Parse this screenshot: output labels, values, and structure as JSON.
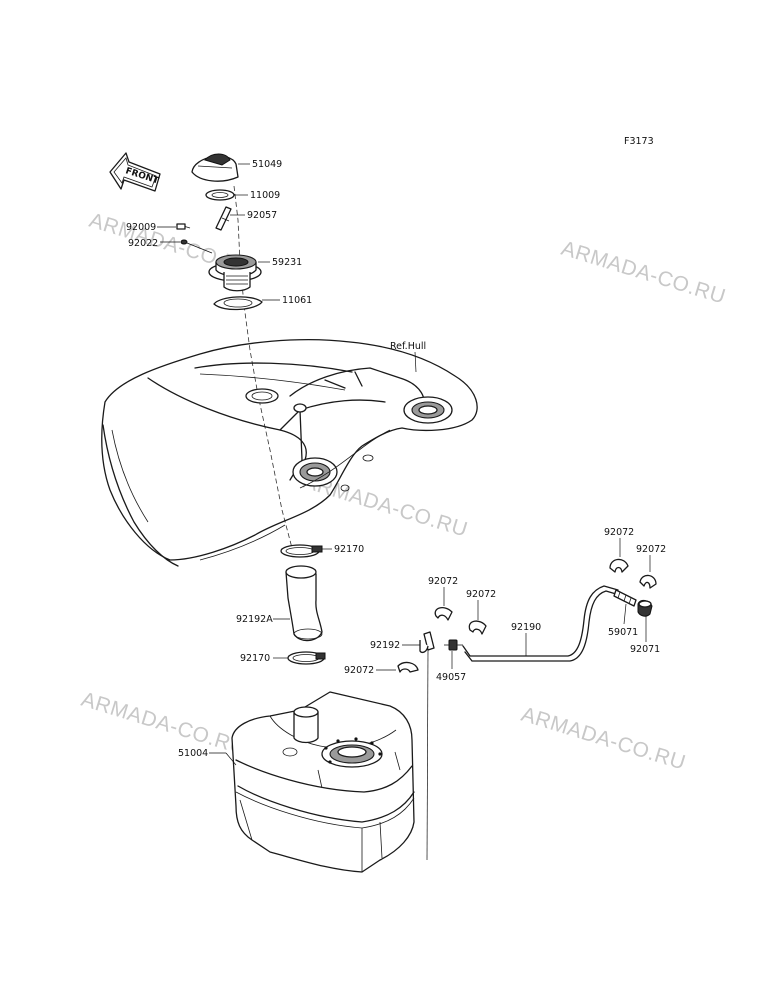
{
  "diagram": {
    "figure_code": "F3173",
    "direction_label": "FRONT",
    "reference_label": "Ref.Hull",
    "watermark": "ARMADA-CO.RU",
    "parts": {
      "p51049": "51049",
      "p11009": "11009",
      "p92009": "92009",
      "p92057": "92057",
      "p92022": "92022",
      "p59231": "59231",
      "p11061": "11061",
      "p92170_top": "92170",
      "p92192A": "92192A",
      "p92170_bottom": "92170",
      "p51004": "51004",
      "p92072_a": "92072",
      "p92072_b": "92072",
      "p92072_c": "92072",
      "p92072_d": "92072",
      "p92072_e": "92072",
      "p92192": "92192",
      "p92190": "92190",
      "p49057": "49057",
      "p59071": "59071",
      "p92071": "92071"
    }
  }
}
